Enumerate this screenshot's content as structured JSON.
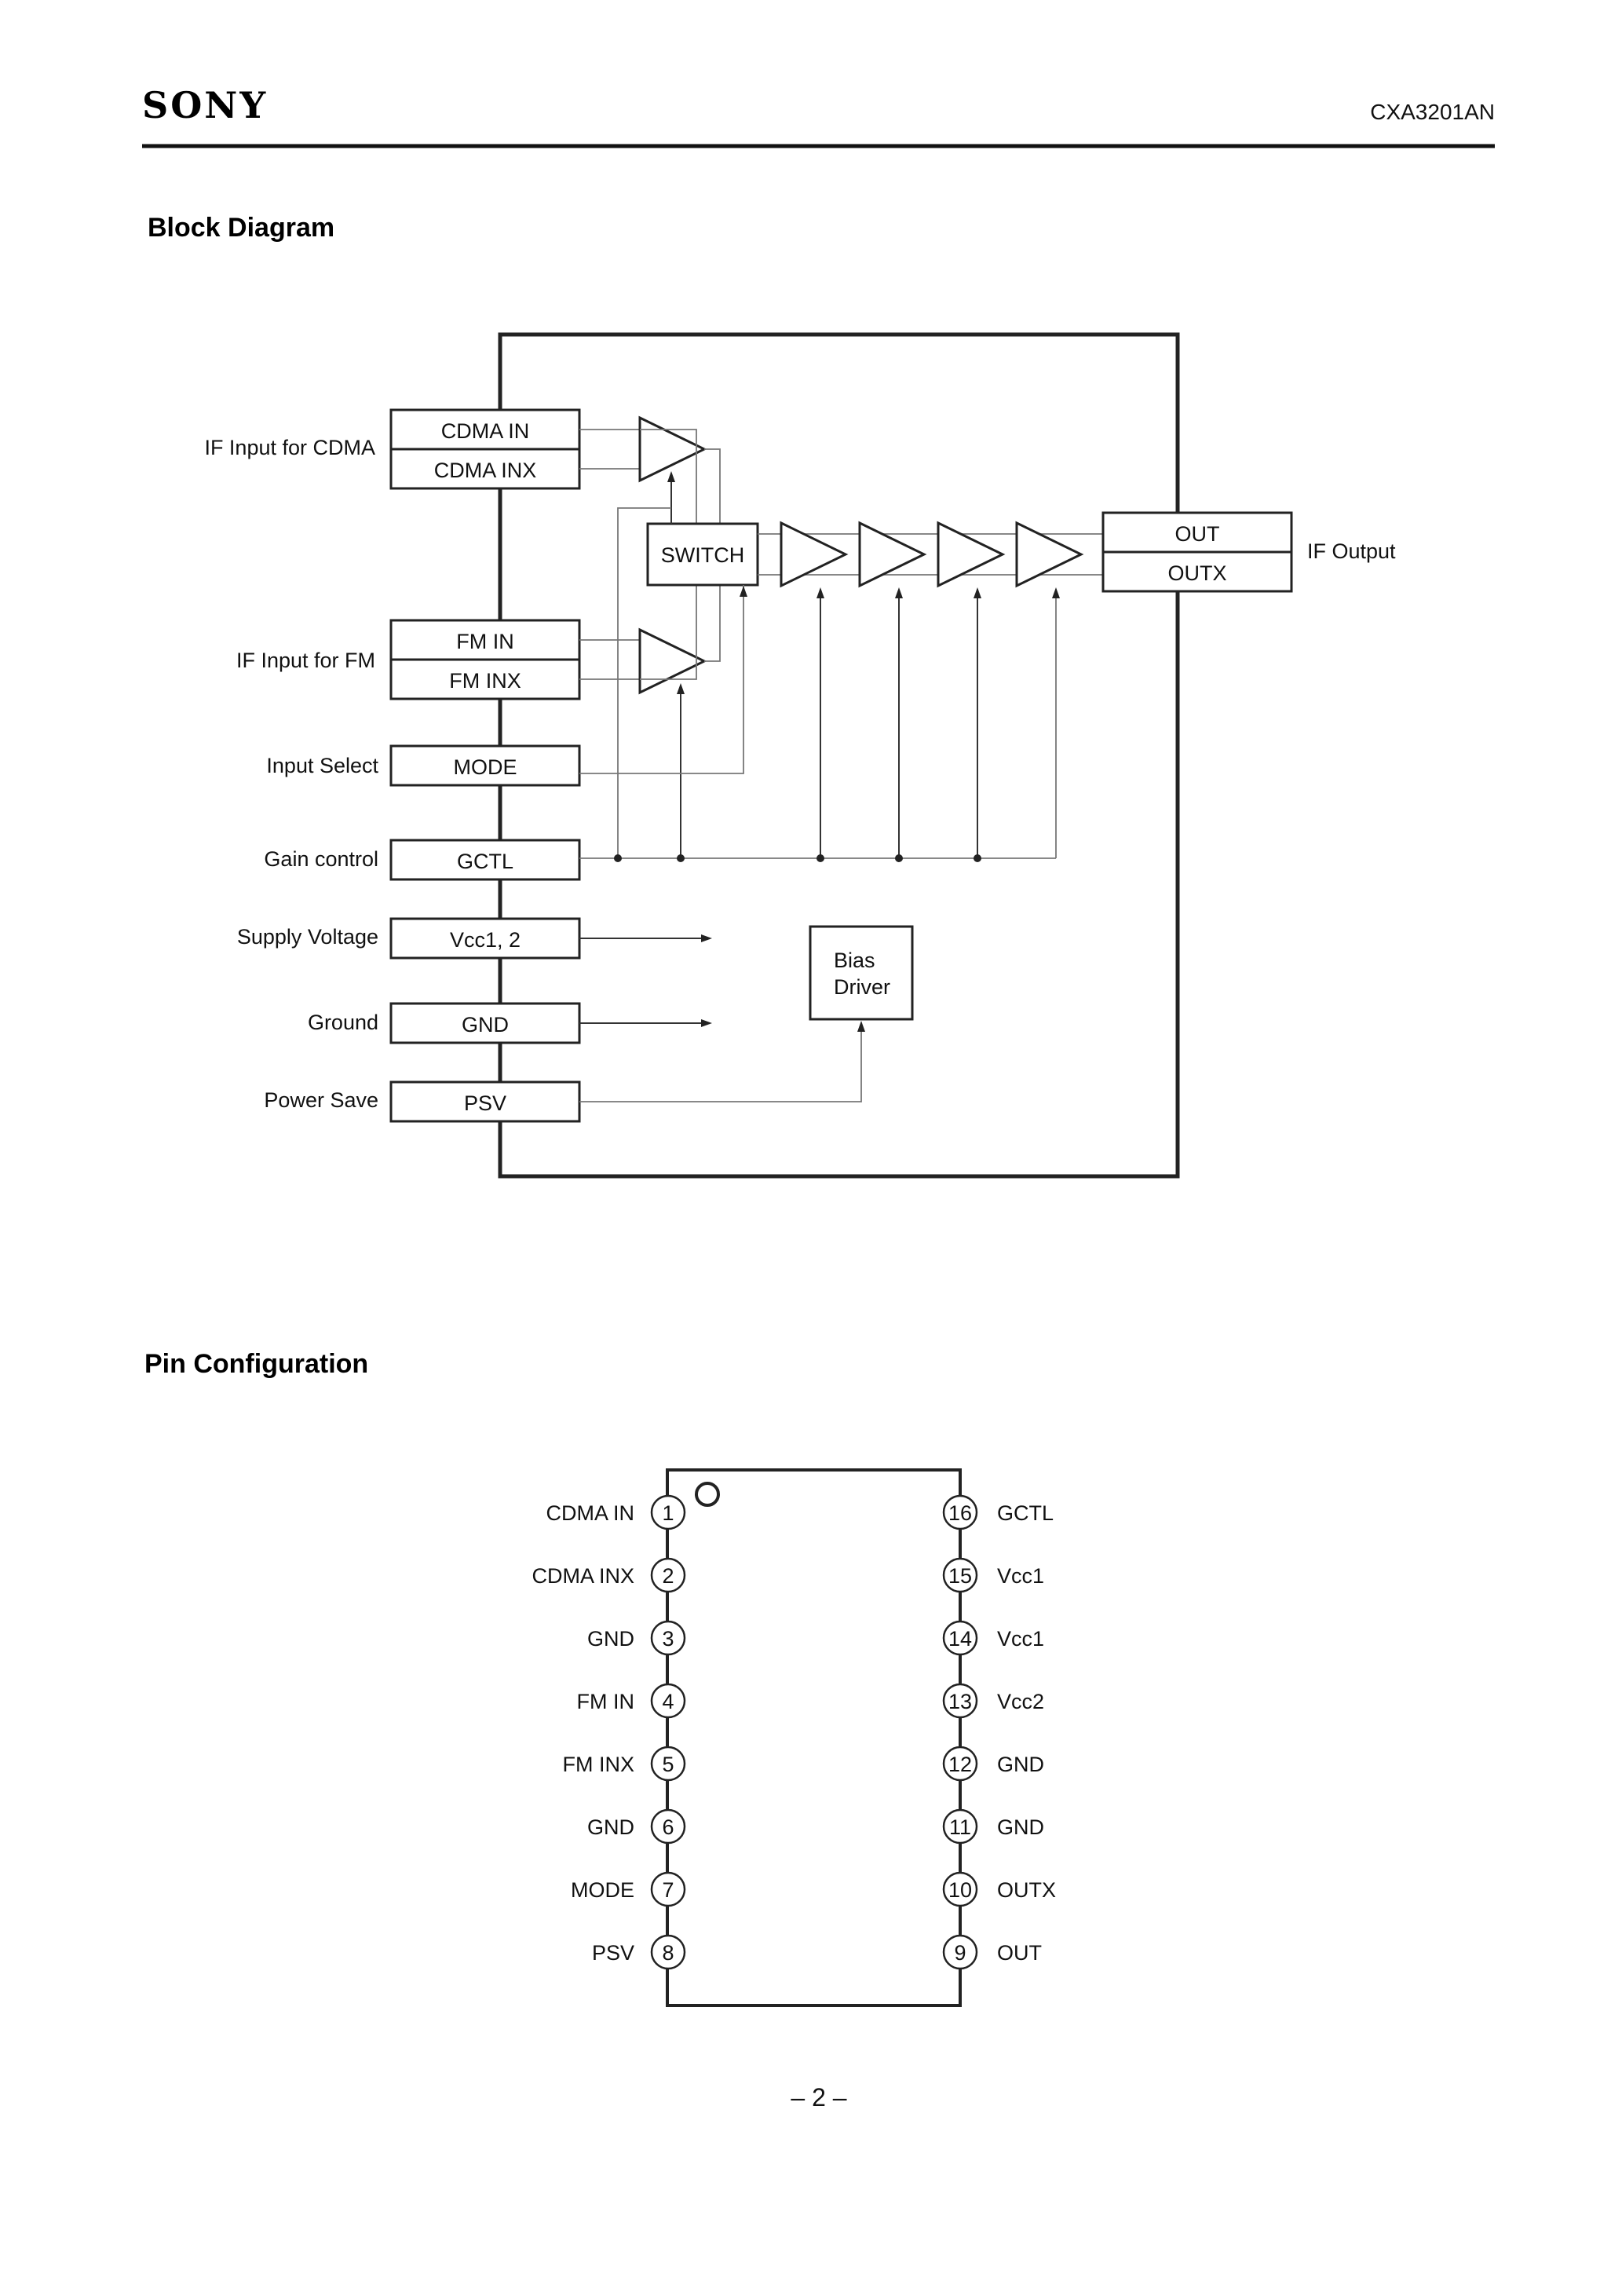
{
  "header": {
    "brand": "SONY",
    "part_number": "CXA3201AN"
  },
  "block_diagram": {
    "title": "Block Diagram",
    "left_labels": {
      "if_cdma": "IF Input for CDMA",
      "if_fm": "IF Input for FM",
      "input_select": "Input Select",
      "gain_control": "Gain control",
      "supply_voltage": "Supply Voltage",
      "ground": "Ground",
      "power_save": "Power Save"
    },
    "pins": {
      "cdma_in": "CDMA IN",
      "cdma_inx": "CDMA INX",
      "fm_in": "FM IN",
      "fm_inx": "FM INX",
      "mode": "MODE",
      "gctl": "GCTL",
      "vcc": "Vcc1, 2",
      "gnd": "GND",
      "psv": "PSV",
      "out": "OUT",
      "outx": "OUTX"
    },
    "switch": "SWITCH",
    "bias_driver": [
      "Bias",
      "Driver"
    ],
    "right_label": "IF Output"
  },
  "pin_config": {
    "title": "Pin Configuration",
    "left_pins": [
      {
        "num": "1",
        "name": "CDMA IN"
      },
      {
        "num": "2",
        "name": "CDMA INX"
      },
      {
        "num": "3",
        "name": "GND"
      },
      {
        "num": "4",
        "name": "FM IN"
      },
      {
        "num": "5",
        "name": "FM INX"
      },
      {
        "num": "6",
        "name": "GND"
      },
      {
        "num": "7",
        "name": "MODE"
      },
      {
        "num": "8",
        "name": "PSV"
      }
    ],
    "right_pins": [
      {
        "num": "16",
        "name": "GCTL"
      },
      {
        "num": "15",
        "name": "Vcc1"
      },
      {
        "num": "14",
        "name": "Vcc1"
      },
      {
        "num": "13",
        "name": "Vcc2"
      },
      {
        "num": "12",
        "name": "GND"
      },
      {
        "num": "11",
        "name": "GND"
      },
      {
        "num": "10",
        "name": "OUTX"
      },
      {
        "num": "9",
        "name": "OUT"
      }
    ]
  },
  "footer": {
    "page": "– 2 –"
  }
}
